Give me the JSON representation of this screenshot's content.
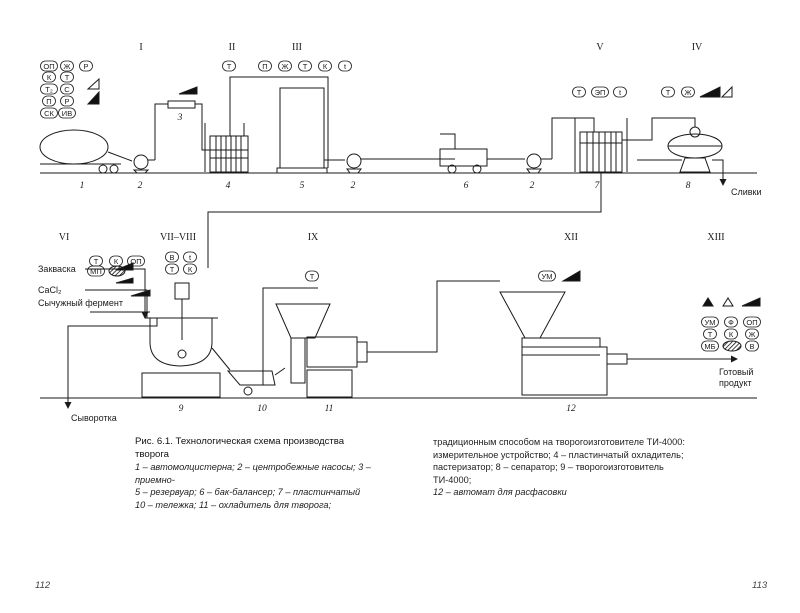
{
  "sections": [
    "I",
    "II",
    "III",
    "V",
    "IV",
    "VI",
    "VII–VIII",
    "IX",
    "XII",
    "XIII"
  ],
  "control_codes": {
    "tank": [
      "ОП",
      "Ж",
      "Р",
      "К",
      "Т",
      "Т₂",
      "С",
      "П",
      "Р",
      "СК",
      "ИВ"
    ],
    "cooler": [
      "Т"
    ],
    "reservoir": [
      "П",
      "Ж",
      "Т",
      "К",
      "t"
    ],
    "pasteurizer": [
      "Т",
      "ЭП",
      "t"
    ],
    "separator": [
      "Т",
      "Ж"
    ],
    "vat": [
      "Т",
      "К",
      "ОП",
      "МП",
      "В",
      "t",
      "Т",
      "К"
    ],
    "curd_cooler": [
      "Т"
    ],
    "packer": [
      "УМ"
    ],
    "product": [
      "УМ",
      "Ф",
      "ОП",
      "Т",
      "К",
      "Ж",
      "МБ",
      "В"
    ]
  },
  "equipment_numbers": [
    "1",
    "2",
    "3",
    "4",
    "5",
    "2",
    "6",
    "2",
    "7",
    "8",
    "9",
    "10",
    "11",
    "12"
  ],
  "flow_labels": {
    "cream": "Сливки",
    "starter": "Закваска",
    "cacl": "CaCl₂",
    "rennet": "Сычужный фермент",
    "whey": "Сыворотка",
    "product_line1": "Готовый",
    "product_line2": "продукт"
  },
  "caption": {
    "title": "Рис. 6.1. Технологическая схема производства творога",
    "left": [
      "1 – автомолцистерна; 2 – центробежные насосы; 3 – приемно-",
      "5 – резервуар; 6 – бак-балансер; 7 – пластинчатый",
      "10 – тележка; 11 – охладитель для творога;"
    ],
    "right": [
      "традиционным способом на творогоизготовителе ТИ-4000:",
      "измерительное устройство; 4 – пластинчатый охладитель;",
      "пастеризатор; 8 – сепаратор; 9 – творогоизготовитель ТИ-4000;",
      "12 – автомат для расфасовки"
    ]
  },
  "pages": {
    "left": "112",
    "right": "113"
  }
}
